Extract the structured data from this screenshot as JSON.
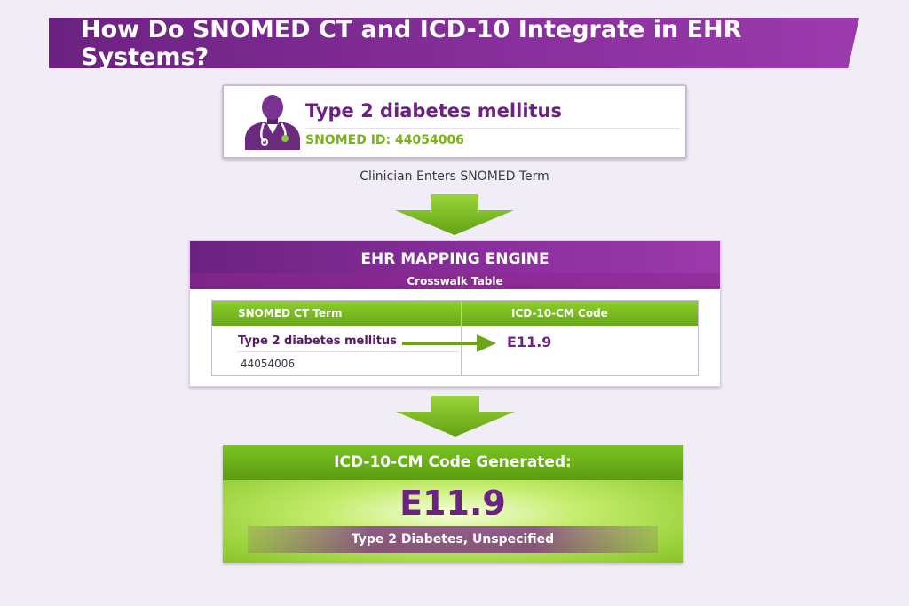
{
  "title": "How Do SNOMED CT and ICD-10 Integrate in EHR Systems?",
  "clinician_card": {
    "term": "Type 2 diabetes mellitus",
    "snomed_id": "SNOMED ID: 44054006",
    "icon": "doctor-icon"
  },
  "step1_caption": "Clinician Enters SNOMED Term",
  "engine": {
    "title": "EHR MAPPING ENGINE",
    "subtitle": "Crosswalk Table",
    "table": {
      "headers": [
        "SNOMED CT Term",
        "ICD-10-CM Code"
      ],
      "row": {
        "term": "Type 2 diabetes mellitus",
        "id": "44054006",
        "code": "E11.9"
      }
    }
  },
  "result": {
    "title": "ICD-10-CM Code Generated:",
    "code": "E11.9",
    "description": "Type 2 Diabetes, Unspecified"
  },
  "colors": {
    "purple": "#6b2280",
    "green": "#7ab317",
    "background": "#f1edf6"
  }
}
